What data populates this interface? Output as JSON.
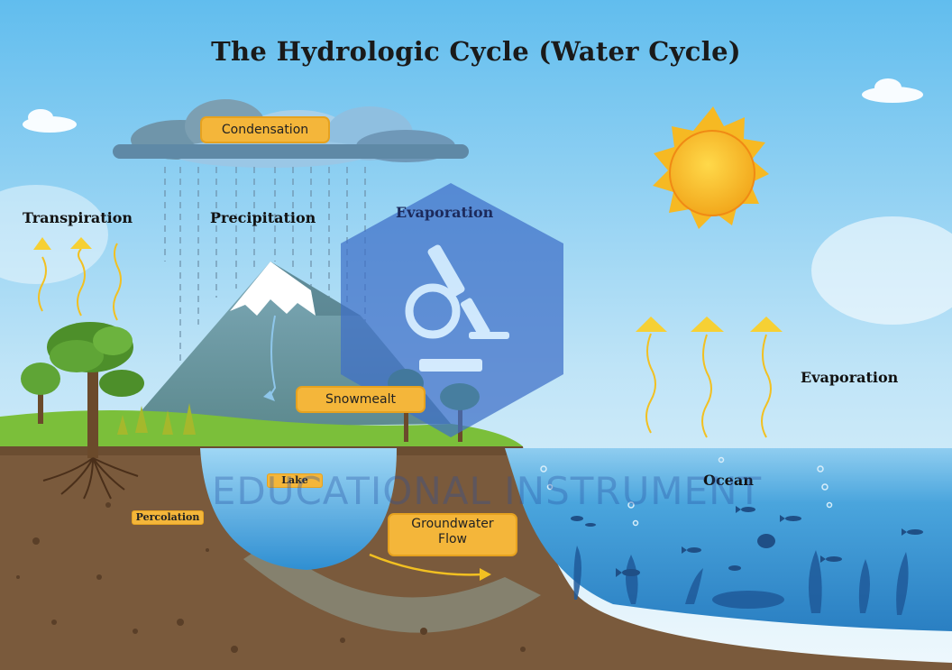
{
  "title": "The Hydrologic Cycle (Water Cycle)",
  "labels": {
    "condensation": "Condensation",
    "transpiration": "Transpiration",
    "precipitation": "Precipitation",
    "evaporation_top": "Evaporation",
    "evaporation_right": "Evaporation",
    "snowmelt": "Snowmealt",
    "lake": "Lake",
    "percolation": "Percolation",
    "groundwater_flow_line1": "Groundwater",
    "groundwater_flow_line2": "Flow",
    "ocean": "Ocean"
  },
  "watermark": "EDUCATIONAL INSTRUMENT",
  "icons": [
    "cloud-icon",
    "sun-icon",
    "mountain-icon",
    "tree-icon",
    "fish-icon",
    "microscope-icon",
    "up-arrow-icon"
  ],
  "colors": {
    "sky_top": "#6cc3ee",
    "sky_bottom": "#e4f3fb",
    "ground": "#7a5a3c",
    "grass": "#7bbf3a",
    "lake": "#3f9fdc",
    "ocean": "#2f8fd0",
    "tag": "#f4b63a",
    "sun": "#f6b923",
    "watermark": "#3b6dc0"
  }
}
